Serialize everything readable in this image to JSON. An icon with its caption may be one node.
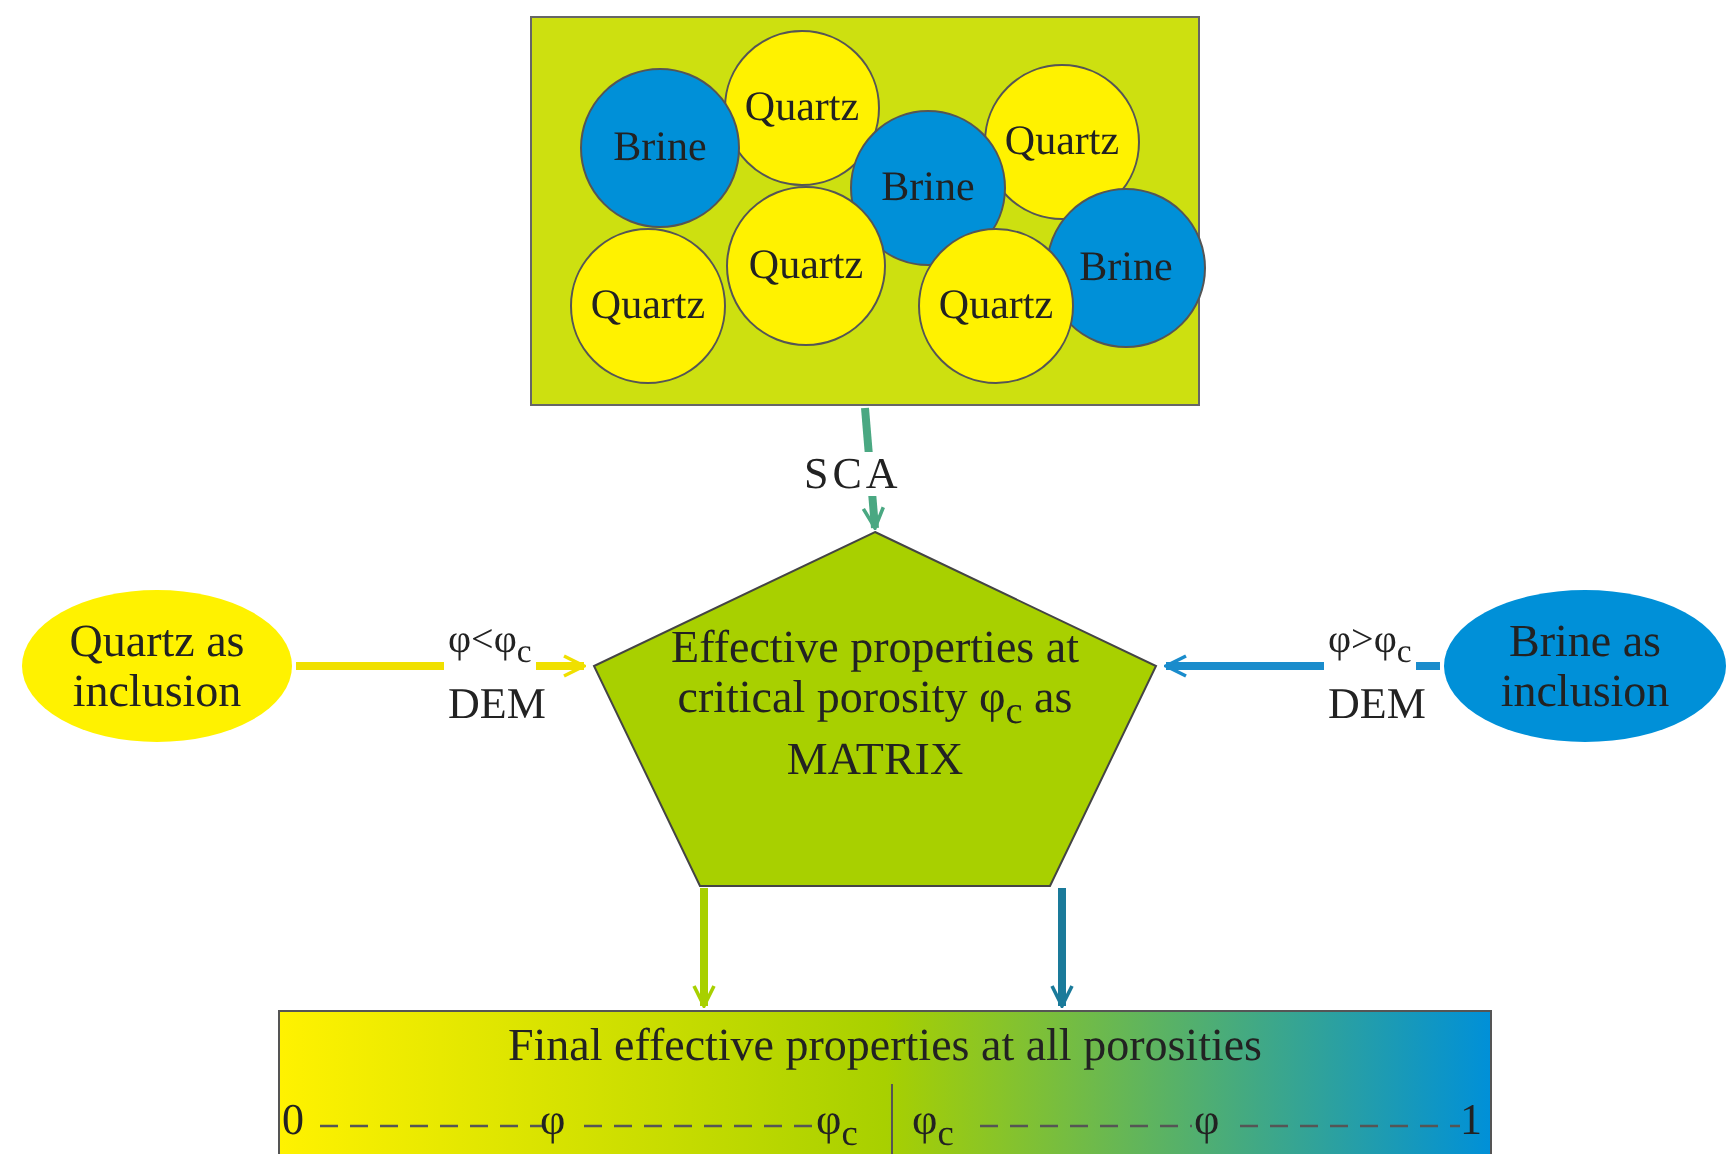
{
  "diagram": {
    "nodes": [
      {
        "text": [],
        "shape": "box"
      },
      {
        "text": [
          "Quartz"
        ],
        "in": 0
      },
      {
        "text": [
          "Quartz"
        ],
        "in": 0
      },
      {
        "text": [
          "Brine"
        ],
        "in": 0
      },
      {
        "text": [
          "Brine"
        ],
        "in": 0
      },
      {
        "text": [
          "Quartz"
        ],
        "in": 0
      },
      {
        "text": [
          "Brine"
        ],
        "in": 0
      },
      {
        "text": [
          "Quartz"
        ],
        "in": 0
      },
      {
        "text": [
          "Quartz"
        ],
        "in": 0
      },
      {
        "text": [
          "Quartz as inclusion"
        ]
      },
      {
        "text": [
          "Effective properties at critical porosity φ$_{c}$ as MATRIX"
        ]
      },
      {
        "text": [
          "Brine as inclusion"
        ]
      },
      {
        "text": [
          "Final effective properties at all porosities"
        ]
      }
    ],
    "edges": [
      {
        "from": 0,
        "to": 10,
        "arrow": "to",
        "label": "SCA",
        "color": "#4aa882"
      },
      {
        "from": 9,
        "to": 10,
        "arrow": "to",
        "label": "φ<φ$_{c}$",
        "color": "#f0e000"
      },
      {
        "from": 11,
        "to": 10,
        "arrow": "to",
        "label": "φ>φ$_{c}$",
        "color": "#1a8ccc"
      },
      {
        "from": 10,
        "to": 12,
        "arrow": "to",
        "color": "#a8d000"
      },
      {
        "from": 10,
        "to": 12,
        "arrow": "to",
        "color": "#1a7a9a"
      }
    ],
    "labels": [
      "DEM",
      "DEM",
      "0",
      "φ",
      "φ$_{c}$",
      "φ$_{c}$",
      "φ",
      "1"
    ]
  }
}
